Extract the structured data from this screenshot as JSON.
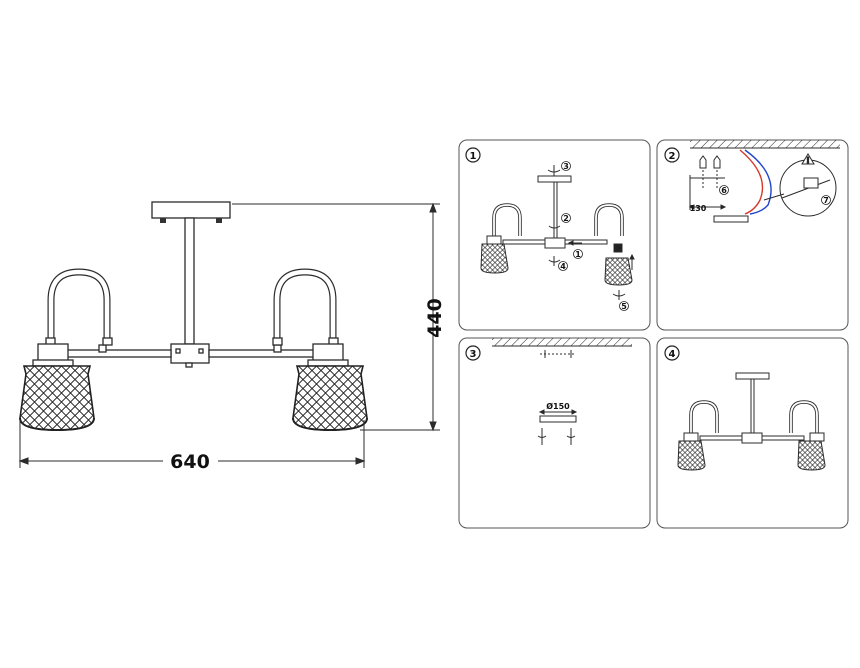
{
  "main_drawing": {
    "width_label": "640",
    "height_label": "440"
  },
  "steps": [
    {
      "number": "1",
      "markers": [
        "3",
        "2",
        "1",
        "4",
        "5"
      ]
    },
    {
      "number": "2",
      "dimension": "130",
      "markers": [
        "6",
        "7"
      ]
    },
    {
      "number": "3",
      "dimension": "Ø150"
    },
    {
      "number": "4"
    }
  ],
  "colors": {
    "line": "#2b2b2b",
    "panel_border": "#555555",
    "wire_red": "#d23a2a",
    "wire_blue": "#2346c8"
  }
}
